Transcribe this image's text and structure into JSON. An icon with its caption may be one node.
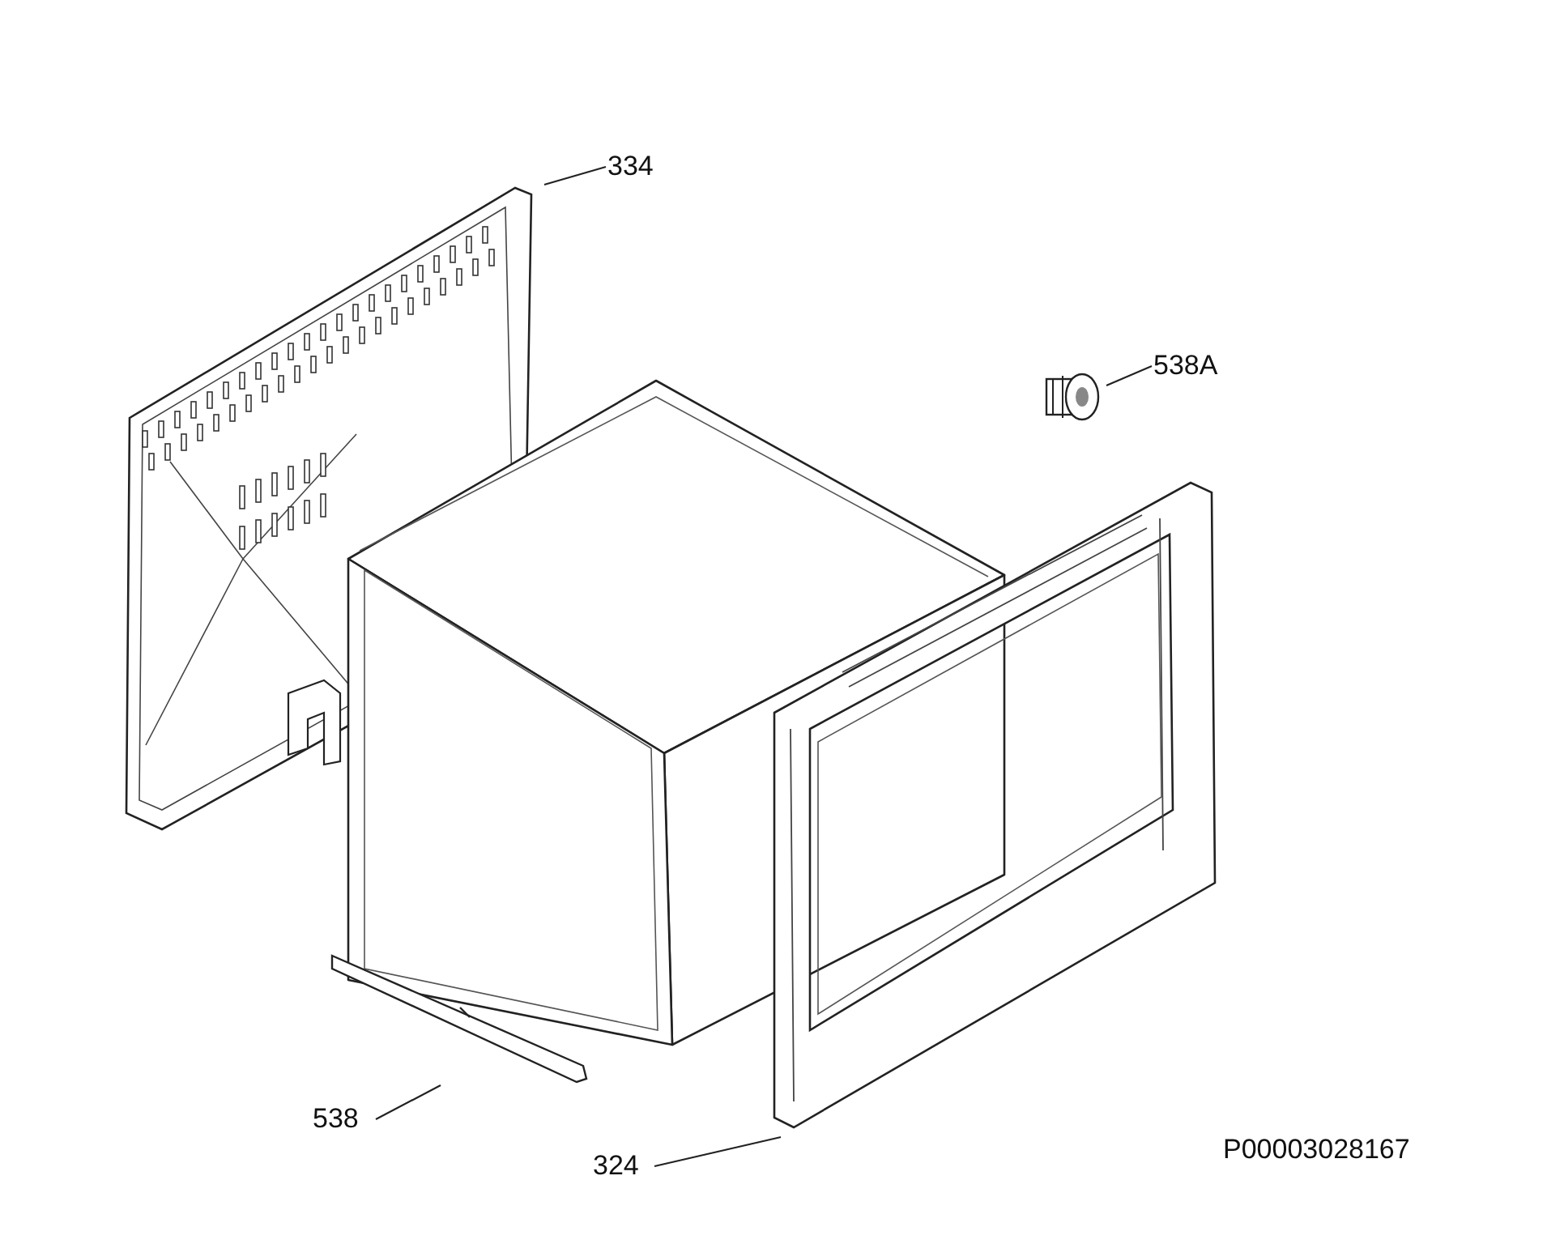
{
  "diagram": {
    "nodes": [
      {
        "text": [
          "334"
        ]
      },
      {
        "text": [],
        "shape": "picture"
      },
      {
        "text": [
          "538A"
        ]
      },
      {
        "text": [],
        "shape": "picture"
      },
      {
        "text": [
          "538"
        ]
      },
      {
        "text": [],
        "shape": "picture"
      },
      {
        "text": [
          "324"
        ]
      },
      {
        "text": [],
        "shape": "picture"
      }
    ],
    "edges": [
      {
        "from": 0,
        "to": 1,
        "arrow": "none"
      },
      {
        "from": 2,
        "to": 3,
        "arrow": "none"
      },
      {
        "from": 4,
        "to": 5,
        "arrow": "none"
      },
      {
        "from": 6,
        "to": 7,
        "arrow": "none"
      }
    ],
    "labels": [
      "P00003028167"
    ]
  }
}
